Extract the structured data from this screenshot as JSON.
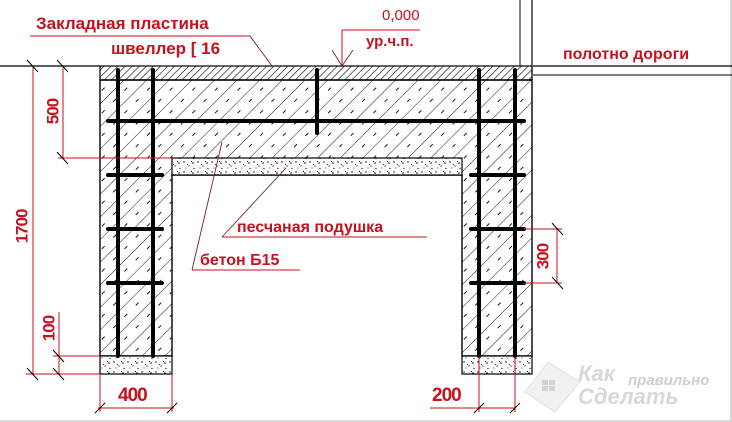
{
  "drawing": {
    "title": "Foundation cross-section under road",
    "labels": {
      "embedded_plate_line1": "Закладная пластина",
      "embedded_plate_line2": "швеллер [ 16",
      "elevation_value": "0,000",
      "elevation_label": "ур.ч.п.",
      "road_surface": "полотно дороги",
      "sand_cushion": "песчаная подушка",
      "concrete": "бетон Б15"
    },
    "dimensions": {
      "total_height": "1700",
      "top_slab": "500",
      "bottom_sand": "100",
      "wall_width": "400",
      "rebar_spacing": "300",
      "rebar_offset": "200"
    },
    "colors": {
      "annotation": "#c8101e",
      "lines": "#000000",
      "watermark": "#d0d0d0"
    }
  },
  "watermark": {
    "line1": "Как",
    "line1_small": "правильно",
    "line2": "Сделать"
  }
}
